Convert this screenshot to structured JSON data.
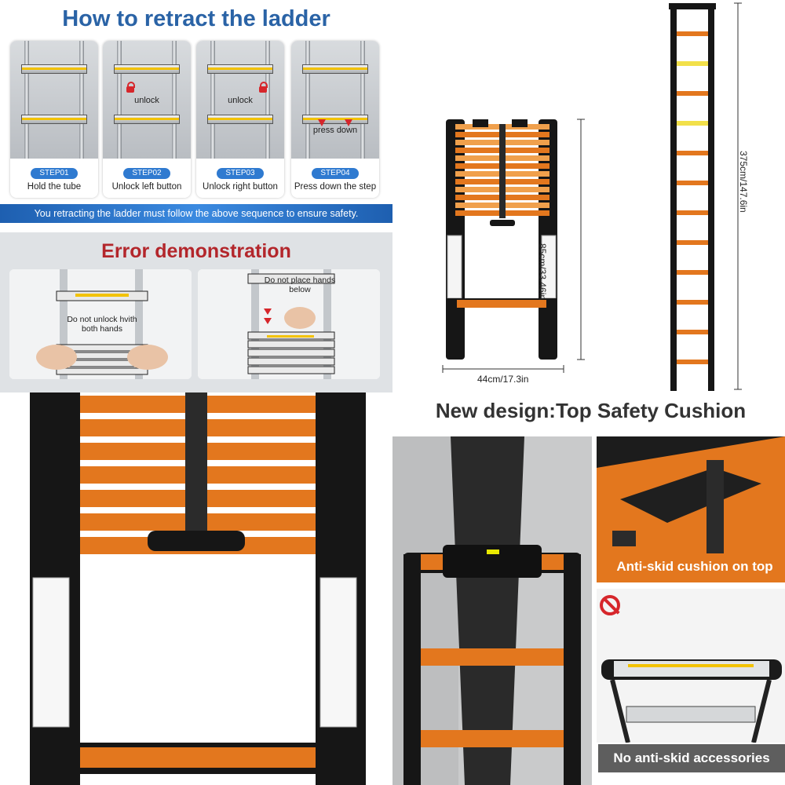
{
  "retract": {
    "title": "How to retract the ladder",
    "steps": [
      {
        "badge": "STEP01",
        "label": "Hold the tube"
      },
      {
        "badge": "STEP02",
        "label": "Unlock left button",
        "photo_text": "unlock"
      },
      {
        "badge": "STEP03",
        "label": "Unlock right button",
        "photo_text": "unlock"
      },
      {
        "badge": "STEP04",
        "label": "Press down the step",
        "photo_text": "press down"
      }
    ],
    "banner": "You retracting the ladder must follow  the above sequence to ensure safety."
  },
  "error": {
    "title": "Error demonstration",
    "card1_text": "Do not unlock hvith both hands",
    "card2_text": "Do not place hands below"
  },
  "dimensions": {
    "height_closed": "85cm/33.46in",
    "width": "44cm/17.3in",
    "height_open": "375cm/147.6in"
  },
  "cushion": {
    "title": "New design:Top Safety Cushion",
    "caption_good": "Anti-skid cushion on top",
    "caption_bad": "No anti-skid accessories"
  },
  "colors": {
    "accent_blue": "#2a63a6",
    "error_red": "#b3262b",
    "ladder_orange": "#e3771e",
    "ladder_black": "#161616"
  }
}
